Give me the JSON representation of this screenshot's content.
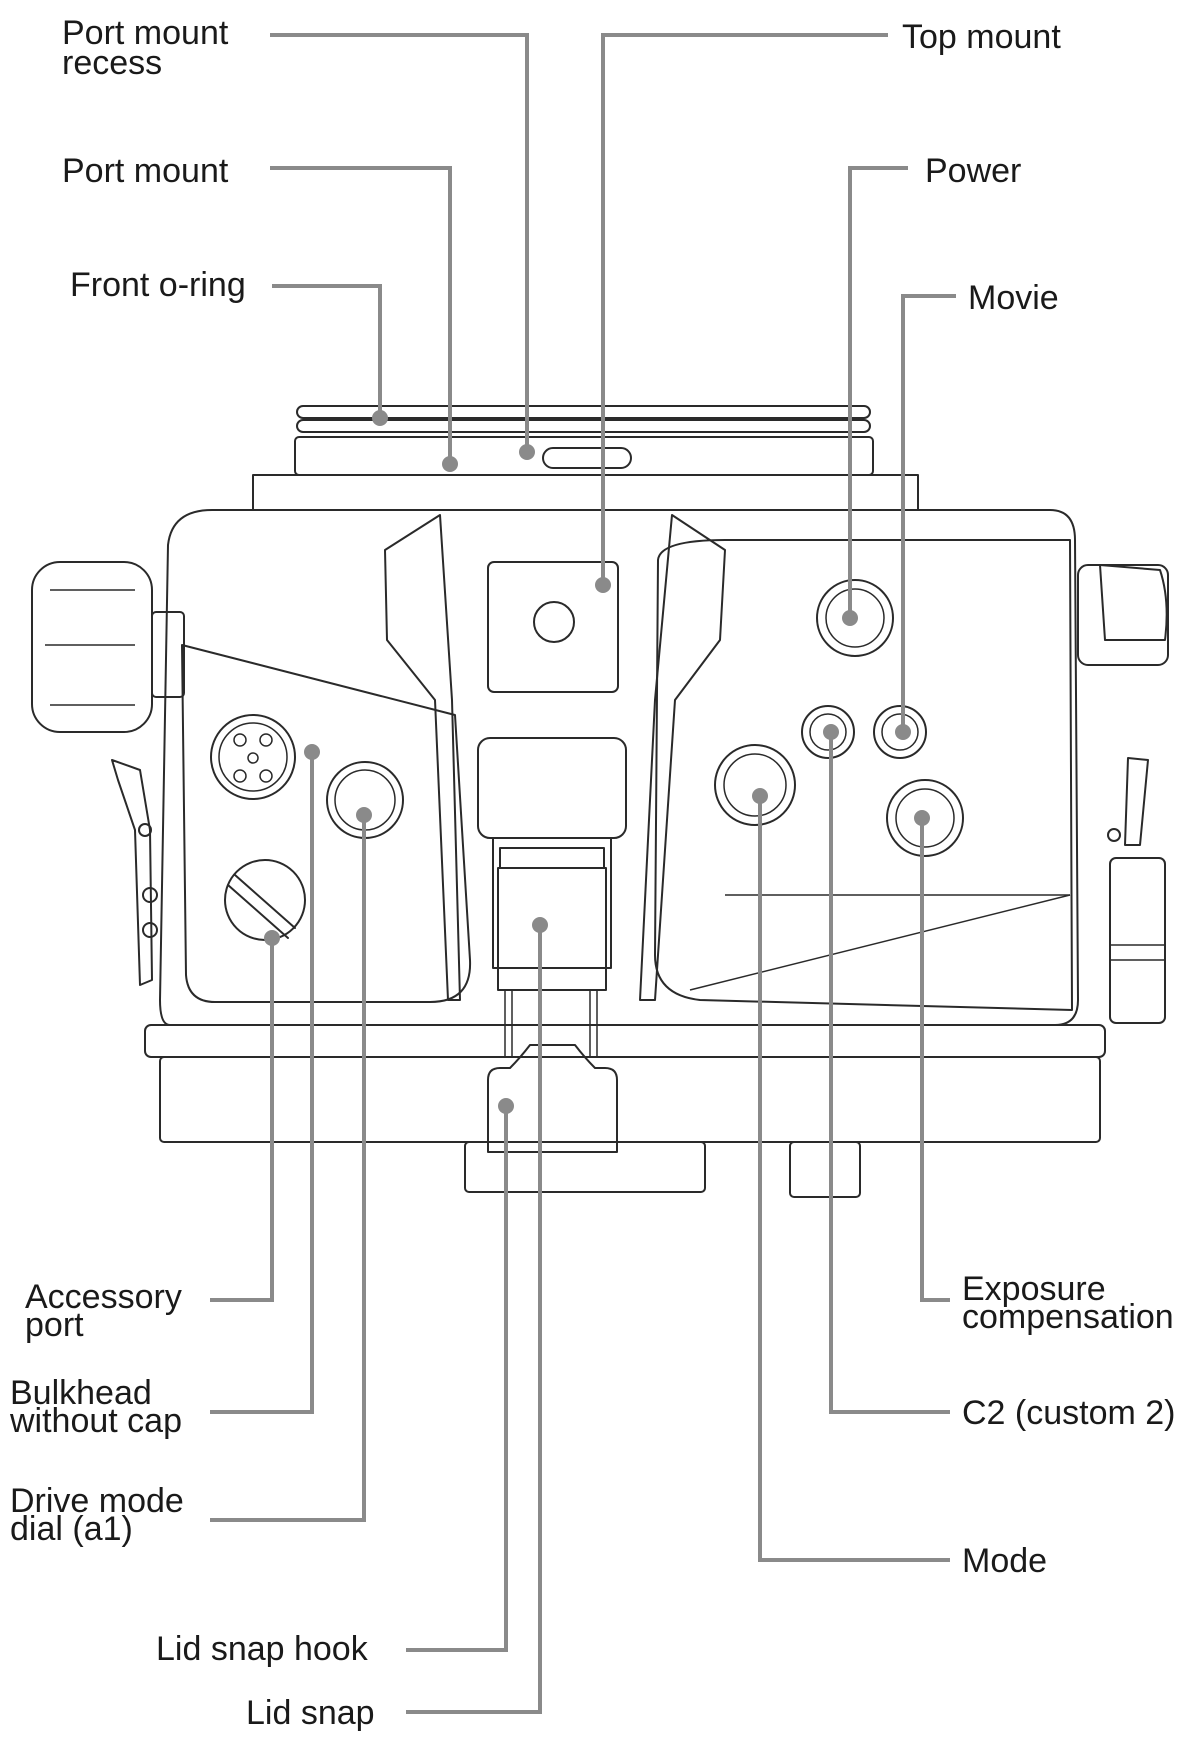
{
  "labels": {
    "port_mount_recess": [
      "Port mount",
      "recess"
    ],
    "port_mount": [
      "Port mount"
    ],
    "front_o_ring": [
      "Front o-ring"
    ],
    "top_mount": [
      "Top mount"
    ],
    "power": [
      "Power"
    ],
    "movie": [
      "Movie"
    ],
    "accessory_port": [
      "Accessory",
      "port"
    ],
    "bulkhead_without_cap": [
      "Bulkhead",
      "without cap"
    ],
    "drive_mode_dial": [
      "Drive mode",
      "dial (a1)"
    ],
    "lid_snap_hook": [
      "Lid snap hook"
    ],
    "lid_snap": [
      "Lid snap"
    ],
    "exposure_compensation": [
      "Exposure",
      "compensation"
    ],
    "c2_custom_2": [
      "C2 (custom 2)"
    ],
    "mode": [
      "Mode"
    ]
  },
  "colors": {
    "leader": "#8a8a8a",
    "outline": "#2a2a2a",
    "text": "#1a1a1a"
  }
}
